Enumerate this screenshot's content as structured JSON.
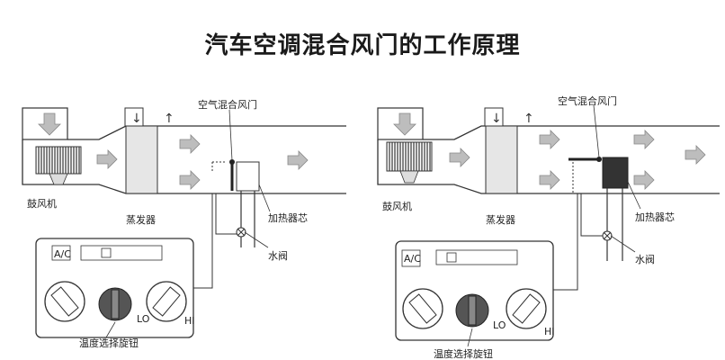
{
  "title": "汽车空调混合风门的工作原理",
  "left_diagram": {
    "blower_label": "鼓风机",
    "evaporator_label": "蒸发器",
    "air_mix_door_label": "空气混合风门",
    "heater_core_label": "加热器芯",
    "water_valve_label": "水阀",
    "temp_knob_label": "温度选择旋钮",
    "ac_label": "A/C",
    "lo_label": "LO",
    "hi_label": "HI"
  },
  "right_diagram": {
    "blower_label": "鼓风机",
    "evaporator_label": "蒸发器",
    "air_mix_door_label": "空气混合风门",
    "heater_core_label": "加热器芯",
    "water_valve_label": "水阀",
    "temp_knob_label": "温度选择旋钮",
    "ac_label": "A/C",
    "lo_label": "LO",
    "hi_label": "HI"
  }
}
